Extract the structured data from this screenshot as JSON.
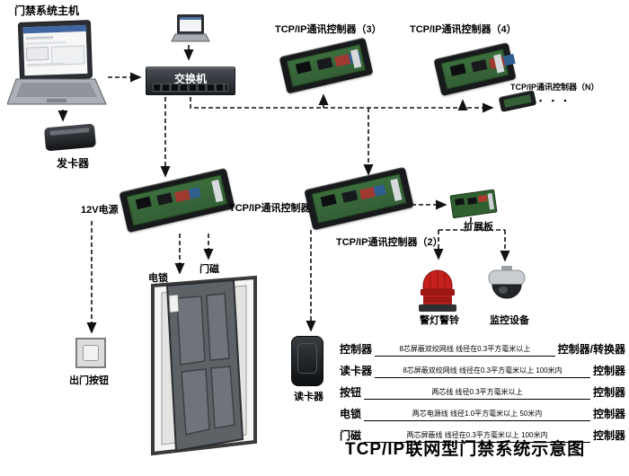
{
  "title": "TCP/IP联网型门禁系统示意图",
  "labels": {
    "host": "门禁系统主机",
    "card_issuer": "发卡器",
    "switch": "交换机",
    "controller1": "TCP/IP通讯控制器（1）",
    "controller2": "TCP/IP通讯控制器（2）",
    "controller3": "TCP/IP通讯控制器（3）",
    "controller4": "TCP/IP通讯控制器（4）",
    "controllerN": "TCP/IP通讯控制器（N）",
    "power": "12V电源",
    "expansion": "扩展板",
    "alarm": "警灯警铃",
    "camera": "监控设备",
    "lock": "电锁",
    "door_sensor": "门磁",
    "exit_button": "出门按钮",
    "reader": "读卡器",
    "more_dots": "▪ ▪ ▪"
  },
  "legend": {
    "rows": [
      {
        "left": "控制器",
        "middle": "8芯屏蔽双绞网线  线径在0.3平方毫米以上",
        "right": "控制器/转换器"
      },
      {
        "left": "读卡器",
        "middle": "8芯屏蔽双绞网线  线径在0.3平方毫米以上  100米内",
        "right": "控制器"
      },
      {
        "left": "按钮",
        "middle": "两芯线  线径0.3平方毫米以上",
        "right": "控制器"
      },
      {
        "left": "电锁",
        "middle": "两芯电源线  线径1.0平方毫米以上  50米内",
        "right": "控制器"
      },
      {
        "left": "门磁",
        "middle": "两芯屏蔽线  线径在0.3平方毫米以上  100米内",
        "right": "控制器"
      }
    ]
  },
  "colors": {
    "wire": "#111111",
    "pcb_green": "#3a6b3a",
    "alarm_red": "#c6201c",
    "device_dark": "#17191c"
  }
}
